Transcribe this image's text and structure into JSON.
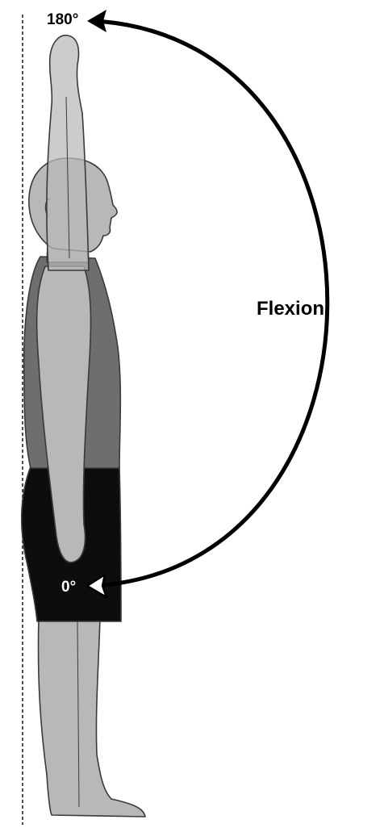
{
  "labels": {
    "top_angle": "180°",
    "bottom_angle": "0°",
    "motion": "Flexion"
  },
  "colors": {
    "skin": "#b8b8b8",
    "skin_stroke": "#3a3a3a",
    "shirt": "#6e6e6e",
    "shorts": "#0d0d0d",
    "arrow": "#000000",
    "reference_line": "#222222"
  },
  "arc": {
    "start_angle_deg": 0,
    "end_angle_deg": 180
  }
}
